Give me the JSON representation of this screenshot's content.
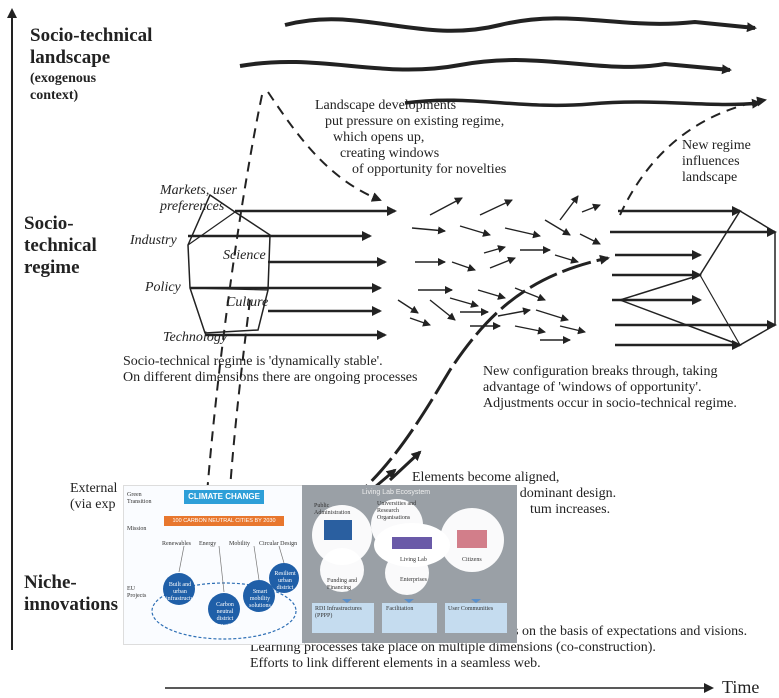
{
  "levels": {
    "landscape_title": "Socio-technical landscape",
    "landscape_sub1": "(exogenous",
    "landscape_sub2": "context)",
    "regime_title": "Socio- technical regime",
    "niche_title": "Niche- innovations"
  },
  "dimensions": {
    "markets": "Markets, user preferences",
    "industry": "Industry",
    "science": "Science",
    "policy": "Policy",
    "culture": "Culture",
    "technology": "Technology"
  },
  "annotations": {
    "landscape_dev": [
      "Landscape  developments",
      "put pressure on existing regime,",
      "which opens up,",
      "creating windows",
      "of opportunity for novelties"
    ],
    "new_regime": [
      "New regime",
      "influences",
      "landscape"
    ],
    "regime_stable": [
      "Socio-technical regime  is 'dynamically stable'.",
      "On different dimensions there are ongoing processes"
    ],
    "breakthrough": [
      "New configuration breaks through, taking",
      "advantage of 'windows of opportunity'.",
      "Adjustments occur in socio-technical regime."
    ],
    "aligned": [
      "Elements become aligned,",
      "a dominant design.",
      "tum increases."
    ],
    "external": [
      "External",
      "(via exp"
    ],
    "learning": [
      "s on the basis of expectations and visions.",
      "Learning processes take place on multiple dimensions (co-construction).",
      "Efforts to link different elements in a seamless web."
    ]
  },
  "time_label": "Time",
  "overlay_left": {
    "banner": "CLIMATE CHANGE",
    "sub_banner": "100 CARBON NEUTRAL CITIES BY 2030",
    "side_labels": [
      "Green Transition",
      "Mission",
      "EU Projects"
    ],
    "row_labels": [
      "Renewables",
      "Energy",
      "Mobility",
      "Circular Design"
    ],
    "circle_labels": [
      "Built and urban infrastructure",
      "Carbon neutral district innovations",
      "Smart mobility solutions",
      "Resilient urban district"
    ]
  },
  "overlay_right": {
    "title": "Living Lab Ecosystem",
    "labels": [
      "Public Administration",
      "Universities and Research Organisations",
      "Enterprises",
      "Living Lab",
      "Funding and Financing",
      "Citizens"
    ],
    "boxes": [
      "RDI Infrastructures (PPPP)",
      "Facilitation",
      "User Communities"
    ]
  },
  "colors": {
    "ink": "#222222",
    "banner_blue": "#2e9fd8",
    "sub_banner_orange": "#e8772e",
    "overlay_gray": "#9aa0a6",
    "box_blue": "#c5dcef"
  }
}
